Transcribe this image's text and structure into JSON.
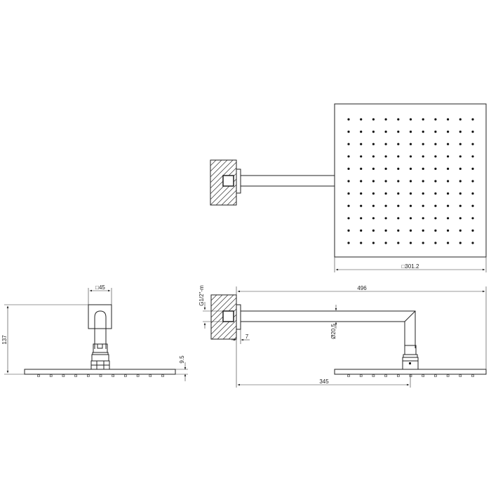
{
  "drawing": {
    "title": "Wall-mounted square shower head technical drawing",
    "colors": {
      "line": "#222222",
      "background": "#ffffff"
    },
    "top_view": {
      "nozzle_grid": {
        "rows": 11,
        "cols": 11
      },
      "width_label": "□301.2"
    },
    "side_view_left": {
      "flange_label": "□45",
      "height_label": "137",
      "plate_thickness_label": "9.5"
    },
    "side_view_right": {
      "overall_length_label": "496",
      "center_distance_label": "345",
      "thread_label": "G1/2\"-m",
      "pipe_diameter_label": "Ø20.5",
      "flange_offset_label": "7"
    }
  }
}
